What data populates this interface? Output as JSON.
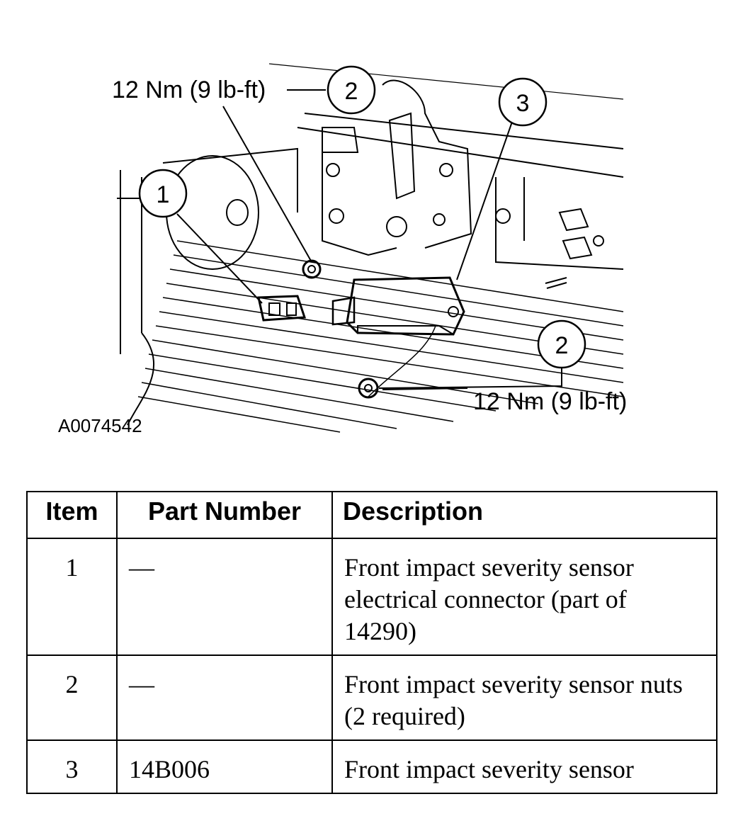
{
  "figure": {
    "torque_label_top": "12 Nm (9 lb-ft)",
    "torque_label_bottom": "12 Nm (9 lb-ft)",
    "figure_id": "A0074542",
    "callouts": [
      "1",
      "2",
      "3",
      "2"
    ]
  },
  "table": {
    "headers": {
      "item": "Item",
      "part_number": "Part Number",
      "description": "Description"
    },
    "rows": [
      {
        "item": "1",
        "part_number": "—",
        "description": "Front impact severity sensor electrical connector (part of 14290)"
      },
      {
        "item": "2",
        "part_number": "—",
        "description": "Front impact severity sensor nuts (2 required)"
      },
      {
        "item": "3",
        "part_number": "14B006",
        "description": "Front impact severity sensor"
      }
    ]
  }
}
